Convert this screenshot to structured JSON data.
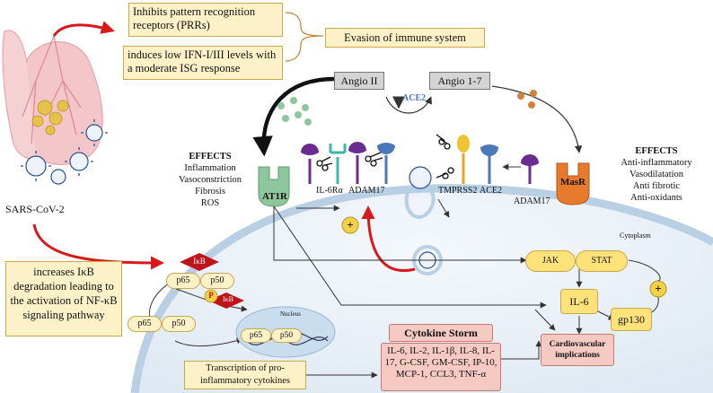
{
  "virus": {
    "label": "SARS-CoV-2"
  },
  "boxes": {
    "prr": "Inhibits pattern recognition receptors (PRRs)",
    "ifn": "induces low IFN-I/III levels with a moderate ISG response",
    "evasion": "Evasion of immune system",
    "ikb_degradation": "increases IκB degradation leading to the activation of NF-κB signaling pathway",
    "transcription": "Transcription of pro-inflammatory cytokines",
    "storm_title": "Cytokine Storm",
    "storm_list": "IL-6, IL-2, IL-1β, IL-8, IL-17, G-CSF, GM-CSF, IP-10, MCP-1, CCL3, TNF-α",
    "cardio": "Cardiovascular implications"
  },
  "ras": {
    "angio2": "Angio II",
    "ace2_arrow": "ACE2",
    "angio17": "Angio 1-7"
  },
  "effects_left": {
    "title": "EFFECTS",
    "items": [
      "Inflammation",
      "Vasoconstriction",
      "Fibrosis",
      "ROS"
    ]
  },
  "effects_right": {
    "title": "EFFECTS",
    "items": [
      "Anti-inflammatory",
      "Vasodilatation",
      "Anti fibrotic",
      "Anti-oxidants"
    ]
  },
  "receptors": {
    "at1r": "AT1R",
    "il6ra": "IL-6Rα",
    "adam17_left": "ADAM17",
    "tmprss2": "TMPRSS2",
    "ace2": "ACE2",
    "adam17_right": "ADAM17",
    "masr": "MasR"
  },
  "cell": {
    "cytoplasm": "Cytoplasm",
    "nucleus": "Nucleus"
  },
  "signaling": {
    "ikb": "IκB",
    "p65": "p65",
    "p50": "p50",
    "p": "P",
    "jak": "JAK",
    "stat": "STAT",
    "il6": "IL-6",
    "gp130": "gp130",
    "plus": "+"
  },
  "colors": {
    "red_arrow": "#d7191c",
    "box_fill": "#fdf1c8",
    "receptor_green": "#8fc79d",
    "masr_orange": "#e87a2e",
    "ikb_red": "#c0141b",
    "storm_pink": "#f6c9c3",
    "membrane_blue": "#c9ddee",
    "ace2_blue": "#4a78b8",
    "purple": "#6a2c91",
    "yellow_fill": "#ffe27a"
  }
}
